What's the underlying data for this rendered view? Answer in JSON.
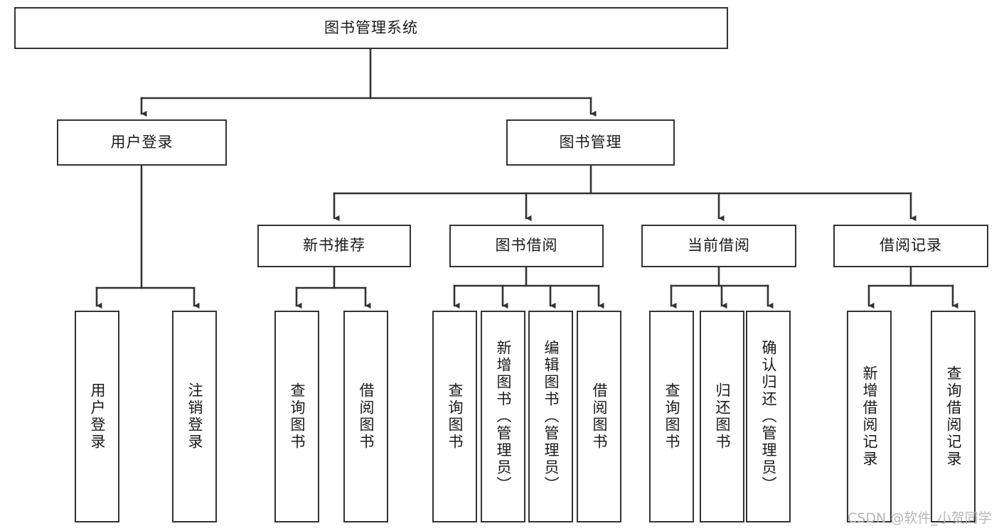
{
  "diagram": {
    "type": "tree-hierarchy",
    "title": "图书管理系统",
    "watermark": "CSDN @软件_小贺同学",
    "colors": {
      "box_border": "#333333",
      "box_fill": "#ffffff",
      "connector": "#333333",
      "text": "#1a1a1a",
      "watermark": "#b6b6b6",
      "background": "#ffffff"
    },
    "levels": {
      "root": {
        "label": "图书管理系统",
        "orientation": "horizontal"
      },
      "level2": [
        {
          "label": "用户登录",
          "orientation": "horizontal"
        },
        {
          "label": "图书管理",
          "orientation": "horizontal"
        }
      ],
      "level3": [
        {
          "label": "新书推荐",
          "orientation": "horizontal"
        },
        {
          "label": "图书借阅",
          "orientation": "horizontal"
        },
        {
          "label": "当前借阅",
          "orientation": "horizontal"
        },
        {
          "label": "借阅记录",
          "orientation": "horizontal"
        }
      ],
      "leaves": {
        "user_login": [
          {
            "label": "用户登录",
            "orientation": "vertical"
          },
          {
            "label": "注销登录",
            "orientation": "vertical"
          }
        ],
        "new_book_recommend": [
          {
            "label": "查询图书",
            "orientation": "vertical"
          },
          {
            "label": "借阅图书",
            "orientation": "vertical"
          }
        ],
        "book_borrow": [
          {
            "label": "查询图书",
            "orientation": "vertical"
          },
          {
            "label": "新增图书（管理员）",
            "orientation": "vertical"
          },
          {
            "label": "编辑图书（管理员）",
            "orientation": "vertical"
          },
          {
            "label": "借阅图书",
            "orientation": "vertical"
          }
        ],
        "current_borrow": [
          {
            "label": "查询图书",
            "orientation": "vertical"
          },
          {
            "label": "归还图书",
            "orientation": "vertical"
          },
          {
            "label": "确认归还（管理员）",
            "orientation": "vertical"
          }
        ],
        "borrow_record": [
          {
            "label": "新增借阅记录",
            "orientation": "vertical"
          },
          {
            "label": "查询借阅记录",
            "orientation": "vertical"
          }
        ]
      }
    }
  }
}
